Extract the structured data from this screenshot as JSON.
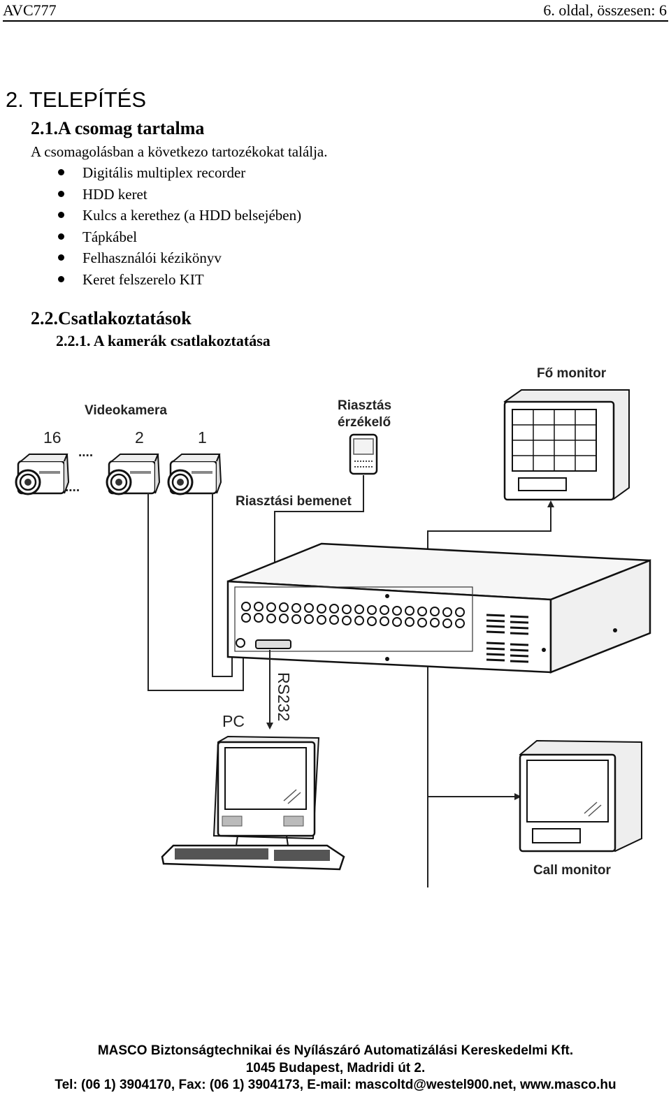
{
  "header": {
    "doc_code": "AVC777",
    "page_info": "6. oldal, összesen: 6"
  },
  "content": {
    "section_title": "2. TELEPÍTÉS",
    "subsection_1": "2.1.A csomag tartalma",
    "intro": "A csomagolásban a következo tartozékokat találja.",
    "package_items": [
      "Digitális multiplex recorder",
      "HDD keret",
      "Kulcs a kerethez (a HDD belsejében)",
      "Tápkábel",
      "Felhasználói kézikönyv",
      "Keret felszerelo KIT"
    ],
    "subsection_2": "2.2.Csatlakoztatások",
    "subsubsection": "2.2.1.  A kamerák csatlakoztatása"
  },
  "diagram": {
    "camera_label": "Videokamera",
    "camera_numbers": [
      "16",
      "2",
      "1"
    ],
    "camera_dots": "....",
    "alarm_sensor_label_1": "Riasztás",
    "alarm_sensor_label_2": "érzékelő",
    "alarm_input_label": "Riasztási bemenet",
    "main_monitor_label": "Fő monitor",
    "pc_label": "PC",
    "rs232_label": "RS232",
    "call_monitor_label": "Call monitor"
  },
  "footer": {
    "company": "MASCO Biztonságtechnikai és Nyílászáró Automatizálási Kereskedelmi Kft.",
    "address": "1045 Budapest, Madridi út 2.",
    "contact": "Tel: (06 1) 3904170, Fax: (06 1) 3904173, E-mail: mascoltd@westel900.net, www.masco.hu"
  }
}
